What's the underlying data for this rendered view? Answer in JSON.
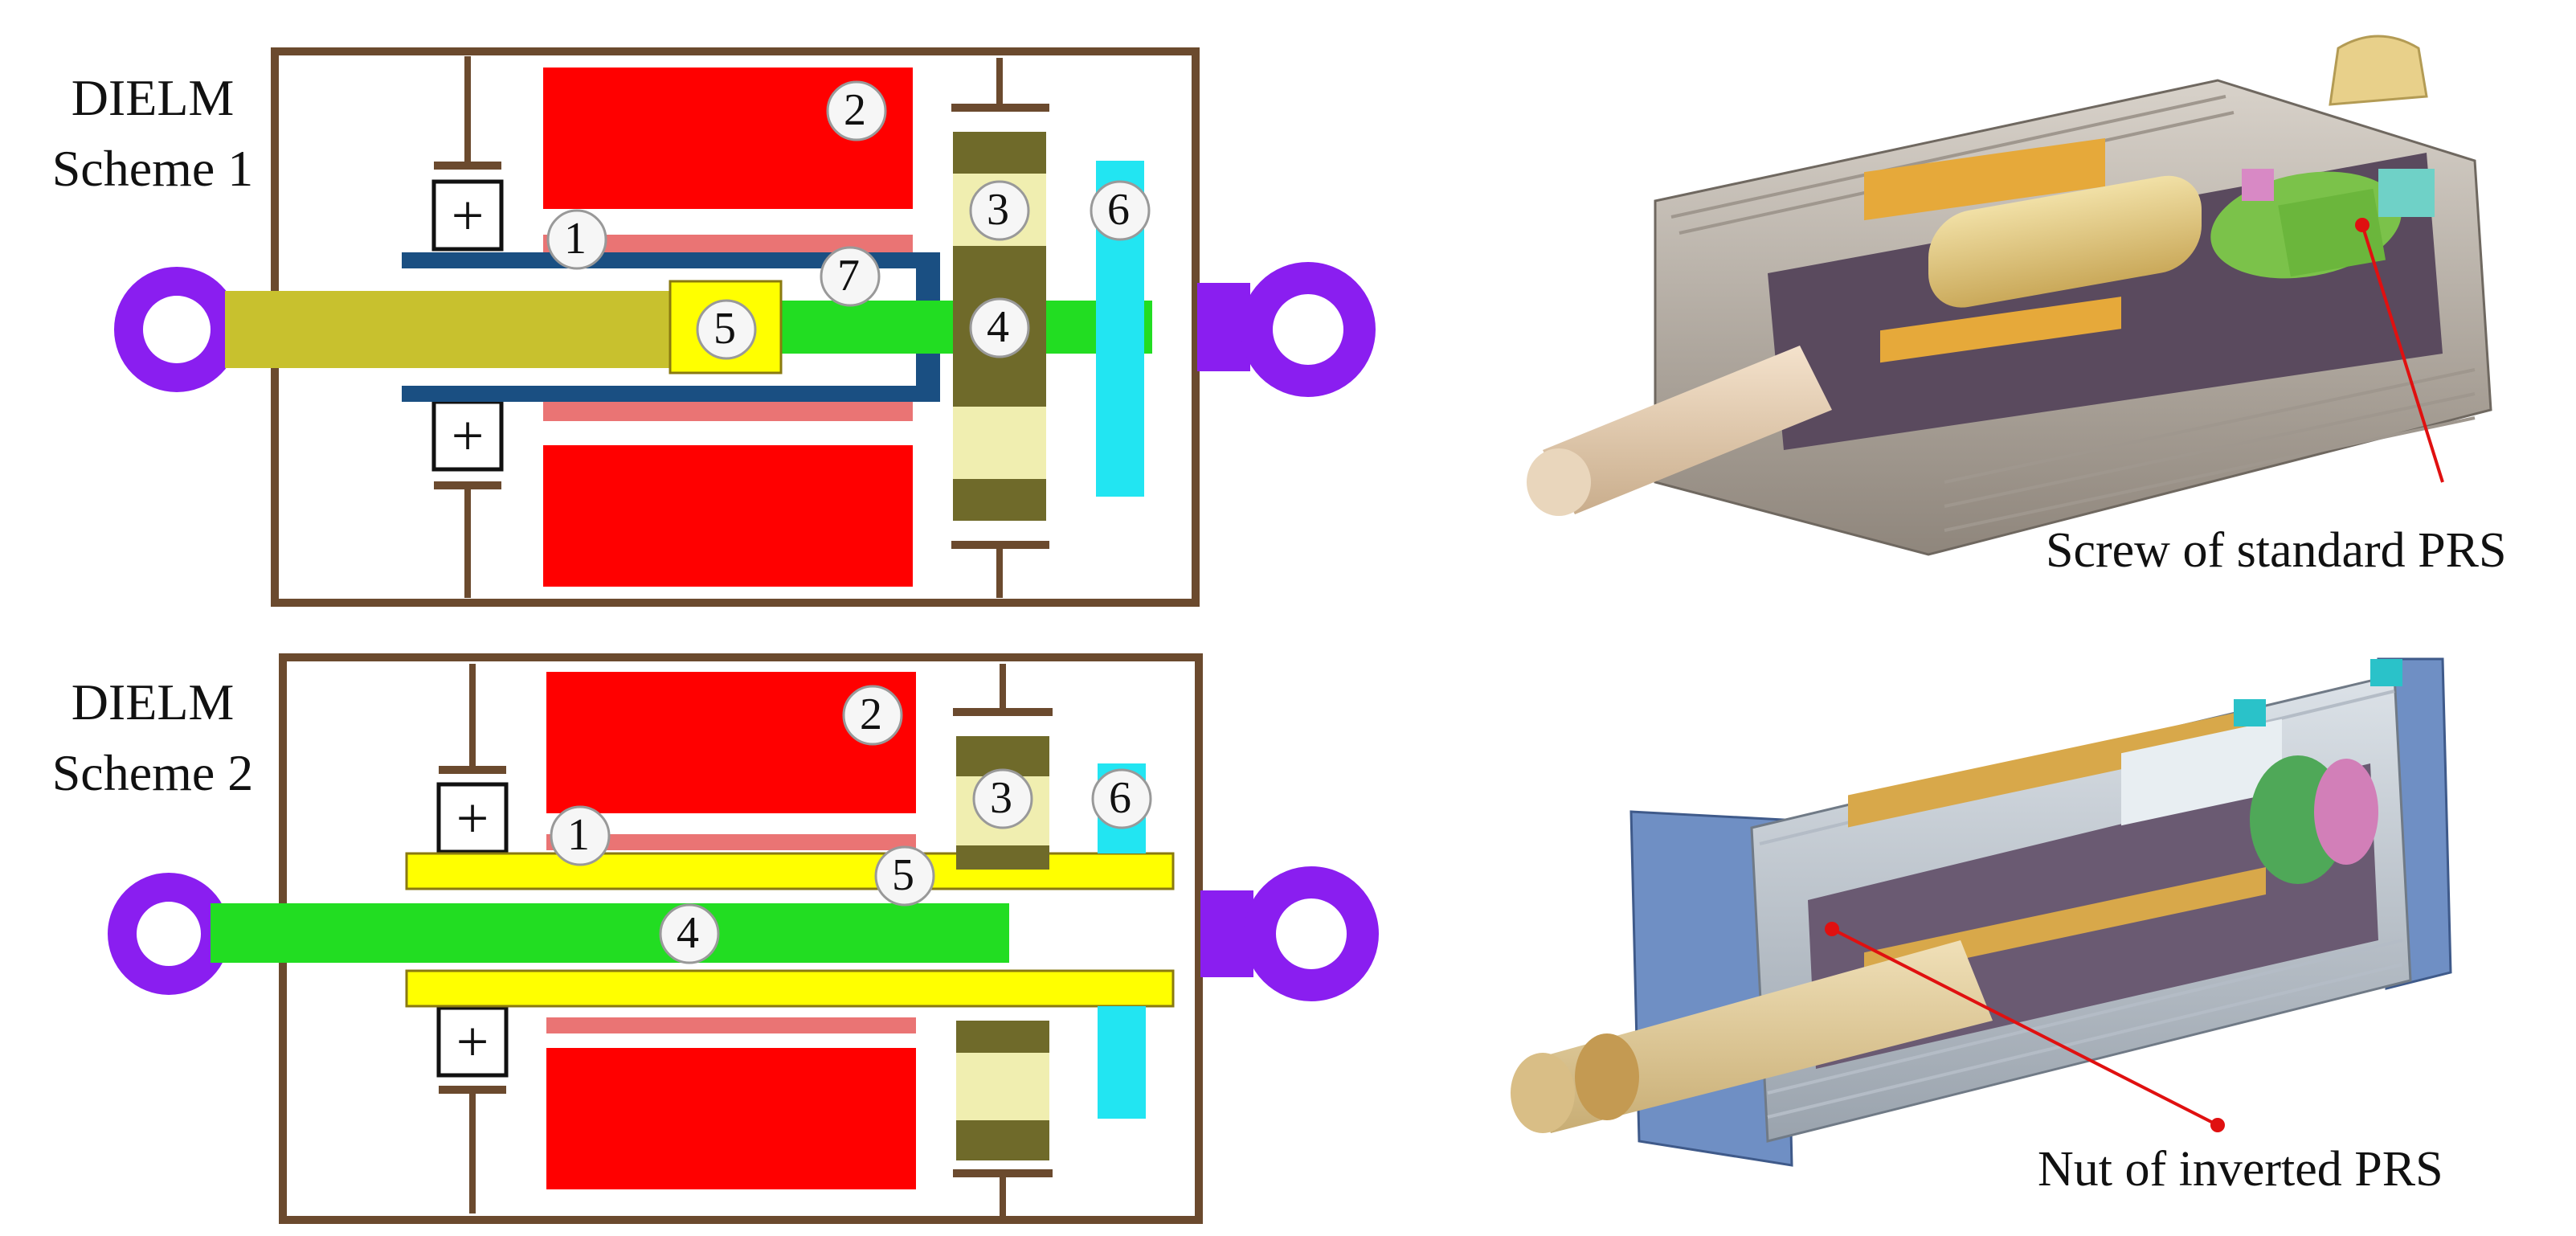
{
  "scheme1": {
    "title_line1": "DIELM",
    "title_line2": "Scheme 1",
    "callouts": [
      "1",
      "2",
      "3",
      "4",
      "5",
      "6",
      "7"
    ]
  },
  "scheme2": {
    "title_line1": "DIELM",
    "title_line2": "Scheme 2",
    "callouts": [
      "1",
      "2",
      "3",
      "4",
      "5",
      "6"
    ]
  },
  "render1": {
    "caption": "Screw of standard PRS"
  },
  "render2": {
    "caption": "Nut of inverted PRS"
  },
  "colors": {
    "housing": "#6b4a2e",
    "stator": "#ff0000",
    "magnet": "#ea7474",
    "rotor_shell": "#1a4f82",
    "screw_shaft": "#c8c12e",
    "roller_nut": "#ffff00",
    "output_rod": "#22dd22",
    "bearing_dark": "#6f6a2a",
    "bearing_light": "#f0eeb0",
    "sensor": "#22e5f2",
    "rod_end": "#8a1ef0"
  }
}
